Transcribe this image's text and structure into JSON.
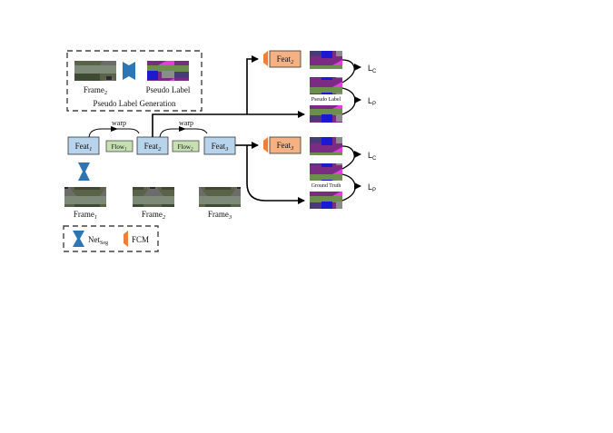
{
  "colors": {
    "feat_box": "#b8d4ec",
    "flow_box": "#c6e0b4",
    "fcm": "#ec7f3c",
    "feat_out": "#f4b183",
    "net_seg": "#2e75b6",
    "road_purple": "#7c2b84",
    "sky": "#6d8f4e"
  },
  "pseudo_panel": {
    "title": "Pseudo Label Generation",
    "frame_label": "Frame",
    "frame_sub": "2",
    "label_caption": "Pseudo Label",
    "net_icon": "net-seg-icon"
  },
  "pipeline": {
    "feat1": {
      "text": "Feat",
      "sub": "1"
    },
    "feat2": {
      "text": "Feat",
      "sub": "2"
    },
    "feat3": {
      "text": "Feat",
      "sub": "3"
    },
    "flow1": {
      "text": "Flow",
      "sub": "1"
    },
    "flow2": {
      "text": "Flow",
      "sub": "2"
    },
    "warp1": "warp",
    "warp2": "warp",
    "frames": [
      {
        "text": "Frame",
        "sub": "1"
      },
      {
        "text": "Frame",
        "sub": "2"
      },
      {
        "text": "Frame",
        "sub": "3"
      }
    ]
  },
  "branch_top": {
    "feat": {
      "text": "Feat",
      "sub": "2"
    },
    "caption": "Pseudo Label",
    "loss_c": {
      "text": "L",
      "sub": "C"
    },
    "loss_p": {
      "text": "L",
      "sub": "P"
    }
  },
  "branch_bottom": {
    "feat": {
      "text": "Feat",
      "sub": "3"
    },
    "caption": "Ground Truth",
    "loss_c": {
      "text": "L",
      "sub": "C"
    },
    "loss_p": {
      "text": "L",
      "sub": "P"
    }
  },
  "legend": {
    "net_label": "Net",
    "net_sub": "Seg",
    "fcm_label": "FCM"
  }
}
